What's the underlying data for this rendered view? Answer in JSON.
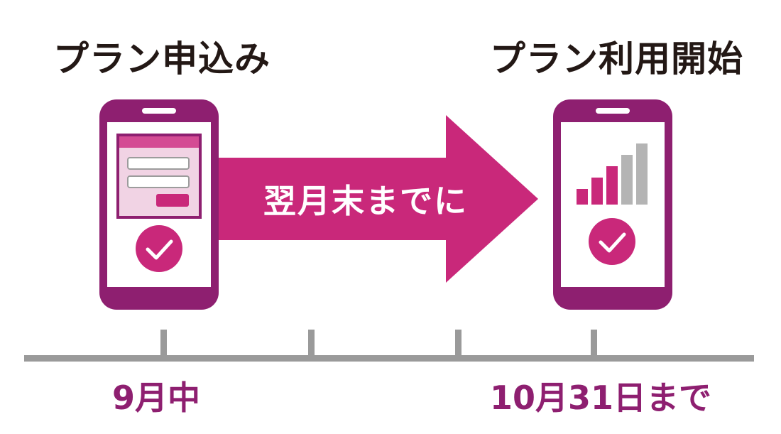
{
  "headings": {
    "apply": "プラン申込み",
    "start": "プラン利用開始"
  },
  "arrow": {
    "label": "翌月末までに"
  },
  "timeline": {
    "apply_date": "9月中",
    "start_date": "10月31日まで"
  },
  "colors": {
    "heading_text": "#231815",
    "phone_body": "#8e1f70",
    "phone_screen": "#ffffff",
    "accent_magenta": "#c9287a",
    "form_header": "#d44b94",
    "form_body": "#f1d3e4",
    "form_field": "#ffffff",
    "form_field_border": "#9c9c9c",
    "signal_gray": "#b4b4b4",
    "timeline_gray": "#9a9a9a",
    "date_text": "#8e1f70",
    "arrow_text": "#ffffff"
  },
  "icons": {
    "left_phone_form": "form-icon",
    "left_phone_check": "check-circle-icon",
    "right_phone_signal": "signal-bars-icon",
    "right_phone_check": "check-circle-icon",
    "arrow": "arrow-right-icon"
  },
  "signal_bars": {
    "active_count": 3,
    "total_count": 5
  }
}
